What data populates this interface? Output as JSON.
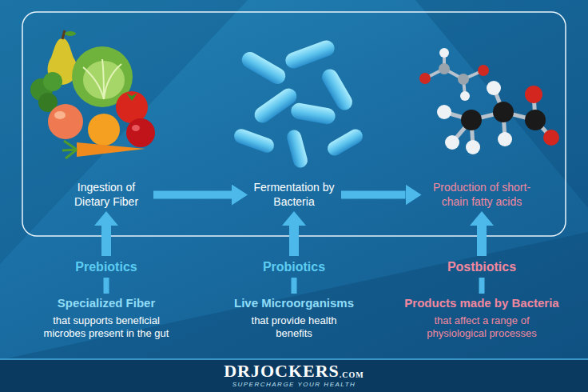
{
  "diagram": {
    "nodes": [
      {
        "text": [
          "Ingestion of Dietary Fiber"
        ]
      },
      {
        "text": [
          "Fermentation by Bacteria"
        ]
      },
      {
        "text": [
          "Production of short-chain fatty acids"
        ]
      },
      {
        "text": [
          "Prebiotics"
        ]
      },
      {
        "text": [
          "Probiotics"
        ]
      },
      {
        "text": [
          "Postbiotics"
        ]
      },
      {
        "text": [
          "Specialized Fiber",
          "that supports beneficial microbes present in the gut"
        ]
      },
      {
        "text": [
          "Live Microorganisms",
          "that provide health benefits"
        ]
      },
      {
        "text": [
          "Products made by Bacteria",
          "that affect a range of physiological processes"
        ]
      }
    ],
    "edges": [
      {
        "from": 0,
        "to": 1,
        "arrow": "to"
      },
      {
        "from": 1,
        "to": 2,
        "arrow": "to"
      },
      {
        "from": 3,
        "to": 0,
        "arrow": "to"
      },
      {
        "from": 4,
        "to": 1,
        "arrow": "to"
      },
      {
        "from": 5,
        "to": 2,
        "arrow": "to"
      },
      {
        "from": 6,
        "to": 3,
        "arrow": "none"
      },
      {
        "from": 7,
        "to": 4,
        "arrow": "none"
      },
      {
        "from": 8,
        "to": 5,
        "arrow": "none"
      }
    ],
    "labels": [
      "DRJOCKERS",
      ".COM",
      "SUPERCHARGE YOUR HEALTH"
    ]
  }
}
